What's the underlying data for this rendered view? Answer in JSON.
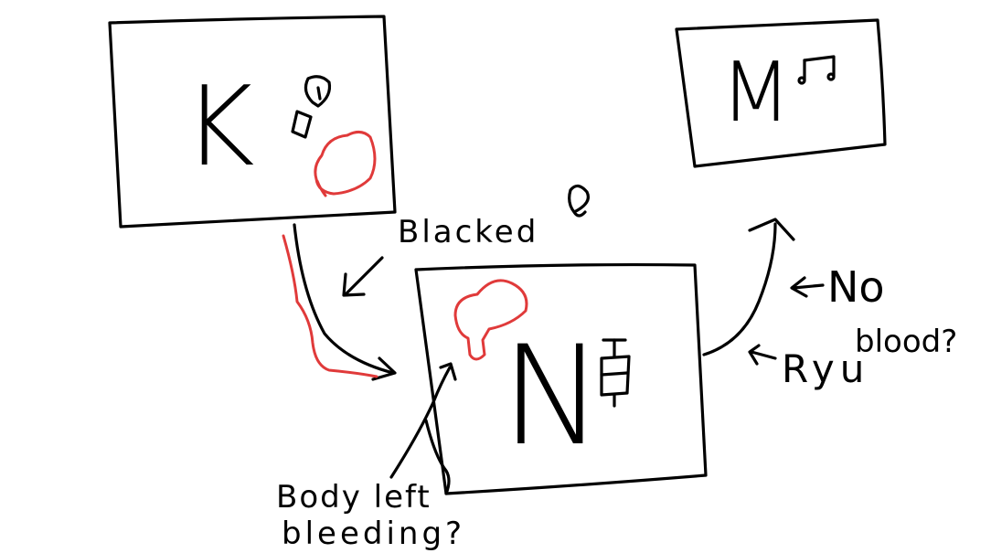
{
  "colors": {
    "ink": "#000000",
    "blood": "#e03a3a",
    "background": "#ffffff"
  },
  "nodes": {
    "k": {
      "letter": "K"
    },
    "n": {
      "letter": "N"
    },
    "m": {
      "letter": "M"
    }
  },
  "labels": {
    "blacked": "Blacked",
    "no_blood": "No",
    "no_blood_2": "blood?",
    "ryu": "Ryu",
    "body_left": "Body left",
    "bleeding": "bleeding?"
  },
  "icons": {
    "k_icon": "lightbulb-icon",
    "n_icon": "syringe-icon",
    "m_icon": "music-note-icon",
    "k_blood": "blood-splat-icon",
    "n_blood": "blood-splat-icon"
  }
}
